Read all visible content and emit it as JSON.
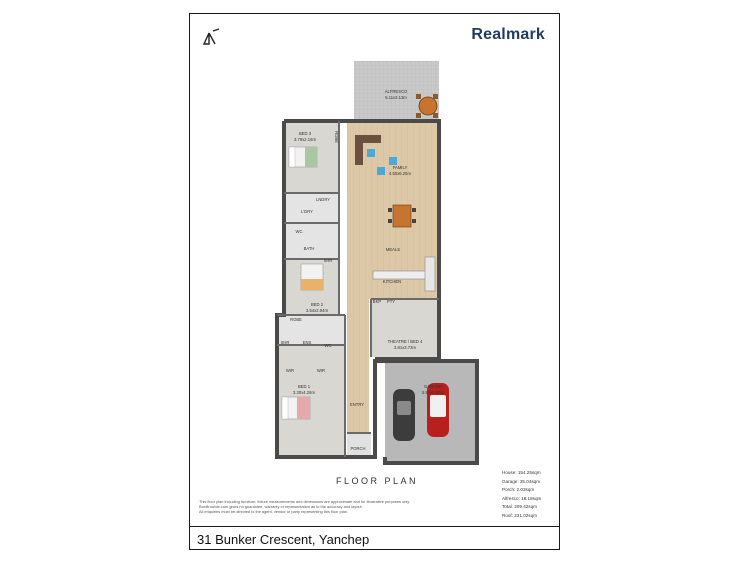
{
  "brand": {
    "name": "Realmark"
  },
  "address": "31 Bunker Crescent, Yanchep",
  "plan_title": "FLOOR PLAN",
  "rooms": {
    "alfresco": {
      "name": "ALFRESCO",
      "dims": "5.11x3.13m"
    },
    "bed3": {
      "name": "BED 3",
      "dims": "3.79x2.16m"
    },
    "robe3": "ROBE",
    "family": {
      "name": "FAMILY",
      "dims": "4.50x6.25m"
    },
    "lndry": "LNDRY",
    "ldry": "L'DRY",
    "wc1": "WC",
    "bath": "BATH",
    "shr1": "SHR",
    "meals": "MEALS",
    "kitchen": "KITCHEN",
    "bed2": {
      "name": "BED 2",
      "dims": "3.54x2.94m"
    },
    "robe2": "ROBE",
    "bkp": "BKP",
    "pty": "PTY",
    "shr2": "SHR",
    "ens": "ENS",
    "wc2": "WC",
    "theatre": {
      "name": "THEATRE / BED 4",
      "dims": "3.81x3.73m"
    },
    "wir1": "WIR",
    "wir2": "WIR",
    "bed1": {
      "name": "BED 1",
      "dims": "3.30x4.26m"
    },
    "garage": {
      "name": "GARAGE",
      "dims": "5.90x5.99m"
    },
    "entry": "ENTRY",
    "porch": "PORCH"
  },
  "areas": [
    "House: 154.25sqm",
    "Garage: 35.04sqm",
    "Porch: 2.03sqm",
    "Alfresco: 18.18sqm",
    "Total: 209.42sqm",
    "Roof: 231.02sqm"
  ],
  "disclaimer": [
    "This floor plan including furniture, fixture measurements and dimensions are approximate and for illustrative purposes only.",
    "BoxBrownie.com gives no guarantee, warranty or representation as to the accuracy and layout.",
    "All enquiries must be directed to the agent, vendor or party representing this floor plan."
  ],
  "colors": {
    "wall": "#4a4a4a",
    "room_floor": "#d9d7d2",
    "wood_floor": "#dcc7a6",
    "alfresco_tile": "#c8c8c8",
    "garage_floor": "#b8b8b8",
    "brand": "#1f3b5e"
  },
  "icons": [
    "north-arrow-icon",
    "car-icon",
    "bed-icon",
    "sofa-icon",
    "dining-table-icon"
  ]
}
